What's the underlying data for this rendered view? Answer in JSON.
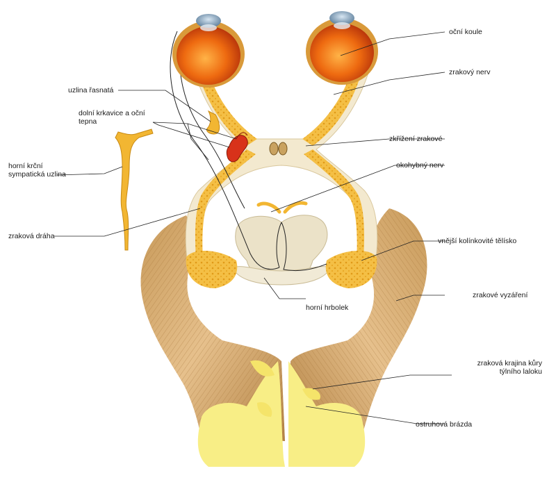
{
  "labels": {
    "ocni_koule": "oční koule",
    "zrakovy_nerv": "zrakový nerv",
    "uzlina_rasnata": "uzlina řasnatá",
    "dolni_krkavice_1": "dolní krkavice a oční",
    "dolni_krkavice_2": "tepna",
    "zkrizeni": "zkřížení zrakové",
    "horni_krcni_1": "horní krční",
    "horni_krcni_2": "sympatická uzlina",
    "okohybny": "okohybný nerv",
    "zrakova_draha": "zraková dráha",
    "vnejsi": "vnější kolínkovité tělísko",
    "horni_hrbolek": "horní hrbolek",
    "zrakove_vyzareni": "zrakové vyzáření",
    "kura_1": "zraková krajina kůry",
    "kura_2": "týlního laloku",
    "ostruhova": "ostruhová brázda"
  },
  "colors": {
    "eye": "#e8600e",
    "eye_rim": "#c9822a",
    "nerve": "#f2b632",
    "nerve_dots": "#e39a1a",
    "tissue": "#f1e6cc",
    "brainstem": "#e8e0c8",
    "radiation": "#d8a866",
    "radiation_dark": "#a97a3c",
    "cortex": "#f7ec80",
    "artery": "#d8321a",
    "leader": "#222222"
  }
}
